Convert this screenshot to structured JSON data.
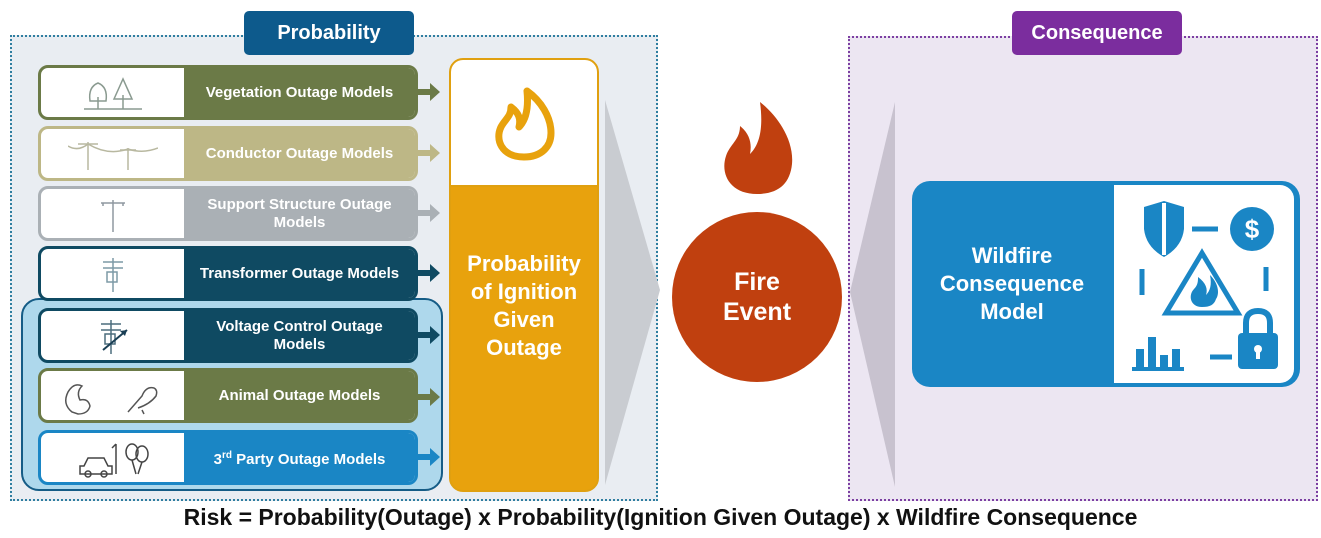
{
  "probability": {
    "tag": "Probability"
  },
  "consequence": {
    "tag": "Consequence"
  },
  "models": [
    {
      "label": "Vegetation Outage Models",
      "icon": "trees-icon",
      "color": "#6b7a47"
    },
    {
      "label": "Conductor Outage Models",
      "icon": "power-lines-icon",
      "color": "#bdb786"
    },
    {
      "label": "Support Structure Outage Models",
      "icon": "pole-icon",
      "color": "#aab0b5"
    },
    {
      "label": "Transformer Outage Models",
      "icon": "transformer-icon",
      "color": "#0f4a62"
    },
    {
      "label": "Voltage Control Outage Models",
      "icon": "voltage-regulator-icon",
      "color": "#0f4a62"
    },
    {
      "label": "Animal Outage Models",
      "icon": "squirrel-bird-icon",
      "color": "#6b7a47"
    },
    {
      "label_main": "3",
      "label_sup": "rd",
      "label_rest": " Party Outage Models",
      "icon": "car-balloon-icon",
      "color": "#1a86c5"
    }
  ],
  "ignition": {
    "line1": "Probability",
    "line2": "of Ignition",
    "line3": "Given",
    "line4": "Outage",
    "icon": "flame-outline-icon"
  },
  "fire_event": {
    "line1": "Fire",
    "line2": "Event",
    "icon": "flame-icon"
  },
  "consequence_model": {
    "line1": "Wildfire",
    "line2": "Consequence",
    "line3": "Model"
  },
  "formula": "Risk = Probability(Outage) x Probability(Ignition Given Outage) x Wildfire Consequence"
}
